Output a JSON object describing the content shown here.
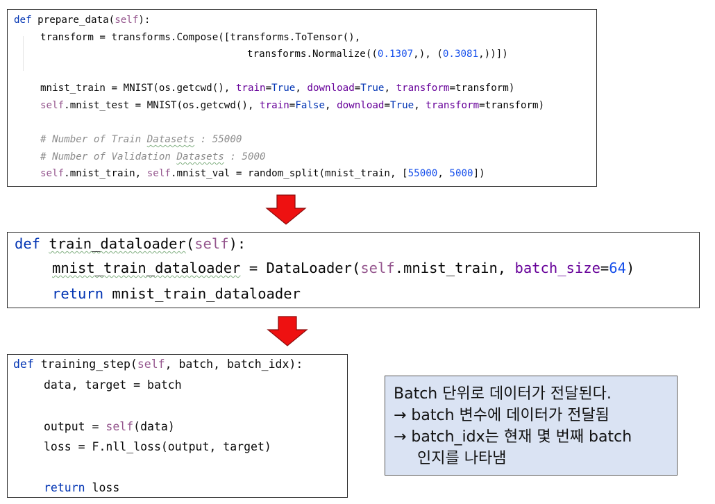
{
  "panel1": {
    "l1": {
      "kw": "def",
      "name": " prepare_data(",
      "self": "self",
      "end": "):"
    },
    "l2": {
      "text": "transform = transforms.Compose([transforms.ToTensor(),"
    },
    "l3": {
      "a": "transforms.Normalize((",
      "n1": "0.1307",
      "b": ",), (",
      "n2": "0.3081",
      "c": ",))])"
    },
    "l4": {
      "a": "mnist_train = MNIST(os.getcwd(), ",
      "p1": "train",
      "e1": "=",
      "k1": "True",
      "s1": ", ",
      "p2": "download",
      "e2": "=",
      "k2": "True",
      "s2": ", ",
      "p3": "transform",
      "e3": "=transform)"
    },
    "l5": {
      "self": "self",
      "a": ".mnist_test = MNIST(os.getcwd(), ",
      "p1": "train",
      "e1": "=",
      "k1": "False",
      "s1": ", ",
      "p2": "download",
      "e2": "=",
      "k2": "True",
      "s2": ", ",
      "p3": "transform",
      "e3": "=transform)"
    },
    "c1": {
      "a": "# Number of Train ",
      "w": "Datasets",
      "b": " : 55000"
    },
    "c2": {
      "a": "# Number of Validation ",
      "w": "Datasets",
      "b": " : 5000"
    },
    "l6": {
      "self1": "self",
      "a": ".mnist_train, ",
      "self2": "self",
      "b": ".mnist_val = random_split(mnist_train, [",
      "n1": "55000",
      "c": ", ",
      "n2": "5000",
      "d": "])"
    }
  },
  "panel2": {
    "l1": {
      "kw": "def",
      "name": "train_dataloader",
      "a": "(",
      "self": "self",
      "end": "):"
    },
    "l2": {
      "name": "mnist_train_dataloader",
      "a": " = DataLoader(",
      "self": "self",
      "b": ".mnist_train, ",
      "p": "batch_size",
      "e": "=",
      "n": "64",
      "end": ")"
    },
    "l3": {
      "kw": "return",
      "a": " mnist_train_dataloader"
    }
  },
  "panel3": {
    "l1": {
      "kw": "def",
      "a": " training_step(",
      "self": "self",
      "b": ", batch, batch_idx):"
    },
    "l2": {
      "text": "data, target = batch"
    },
    "l3": {
      "a": "output = ",
      "self": "self",
      "b": "(data)"
    },
    "l4": {
      "text": "loss = F.nll_loss(output, target)"
    },
    "l5": {
      "kw": "return",
      "a": " loss"
    }
  },
  "note": {
    "line1": "Batch 단위로 데이터가 전달된다.",
    "line2": "→ batch 변수에 데이터가 전달됨",
    "line3": "→ batch_idx는 현재 몇 번째 batch",
    "line4": "인지를 나타냄"
  },
  "colors": {
    "keyword": "#0033b3",
    "self": "#94558d",
    "param": "#660099",
    "number": "#1750eb",
    "comment": "#8c8c8c",
    "arrow": "#ee1111",
    "note_bg": "#dae3f3"
  },
  "icons": [
    "down-arrow-icon",
    "down-arrow-icon"
  ]
}
